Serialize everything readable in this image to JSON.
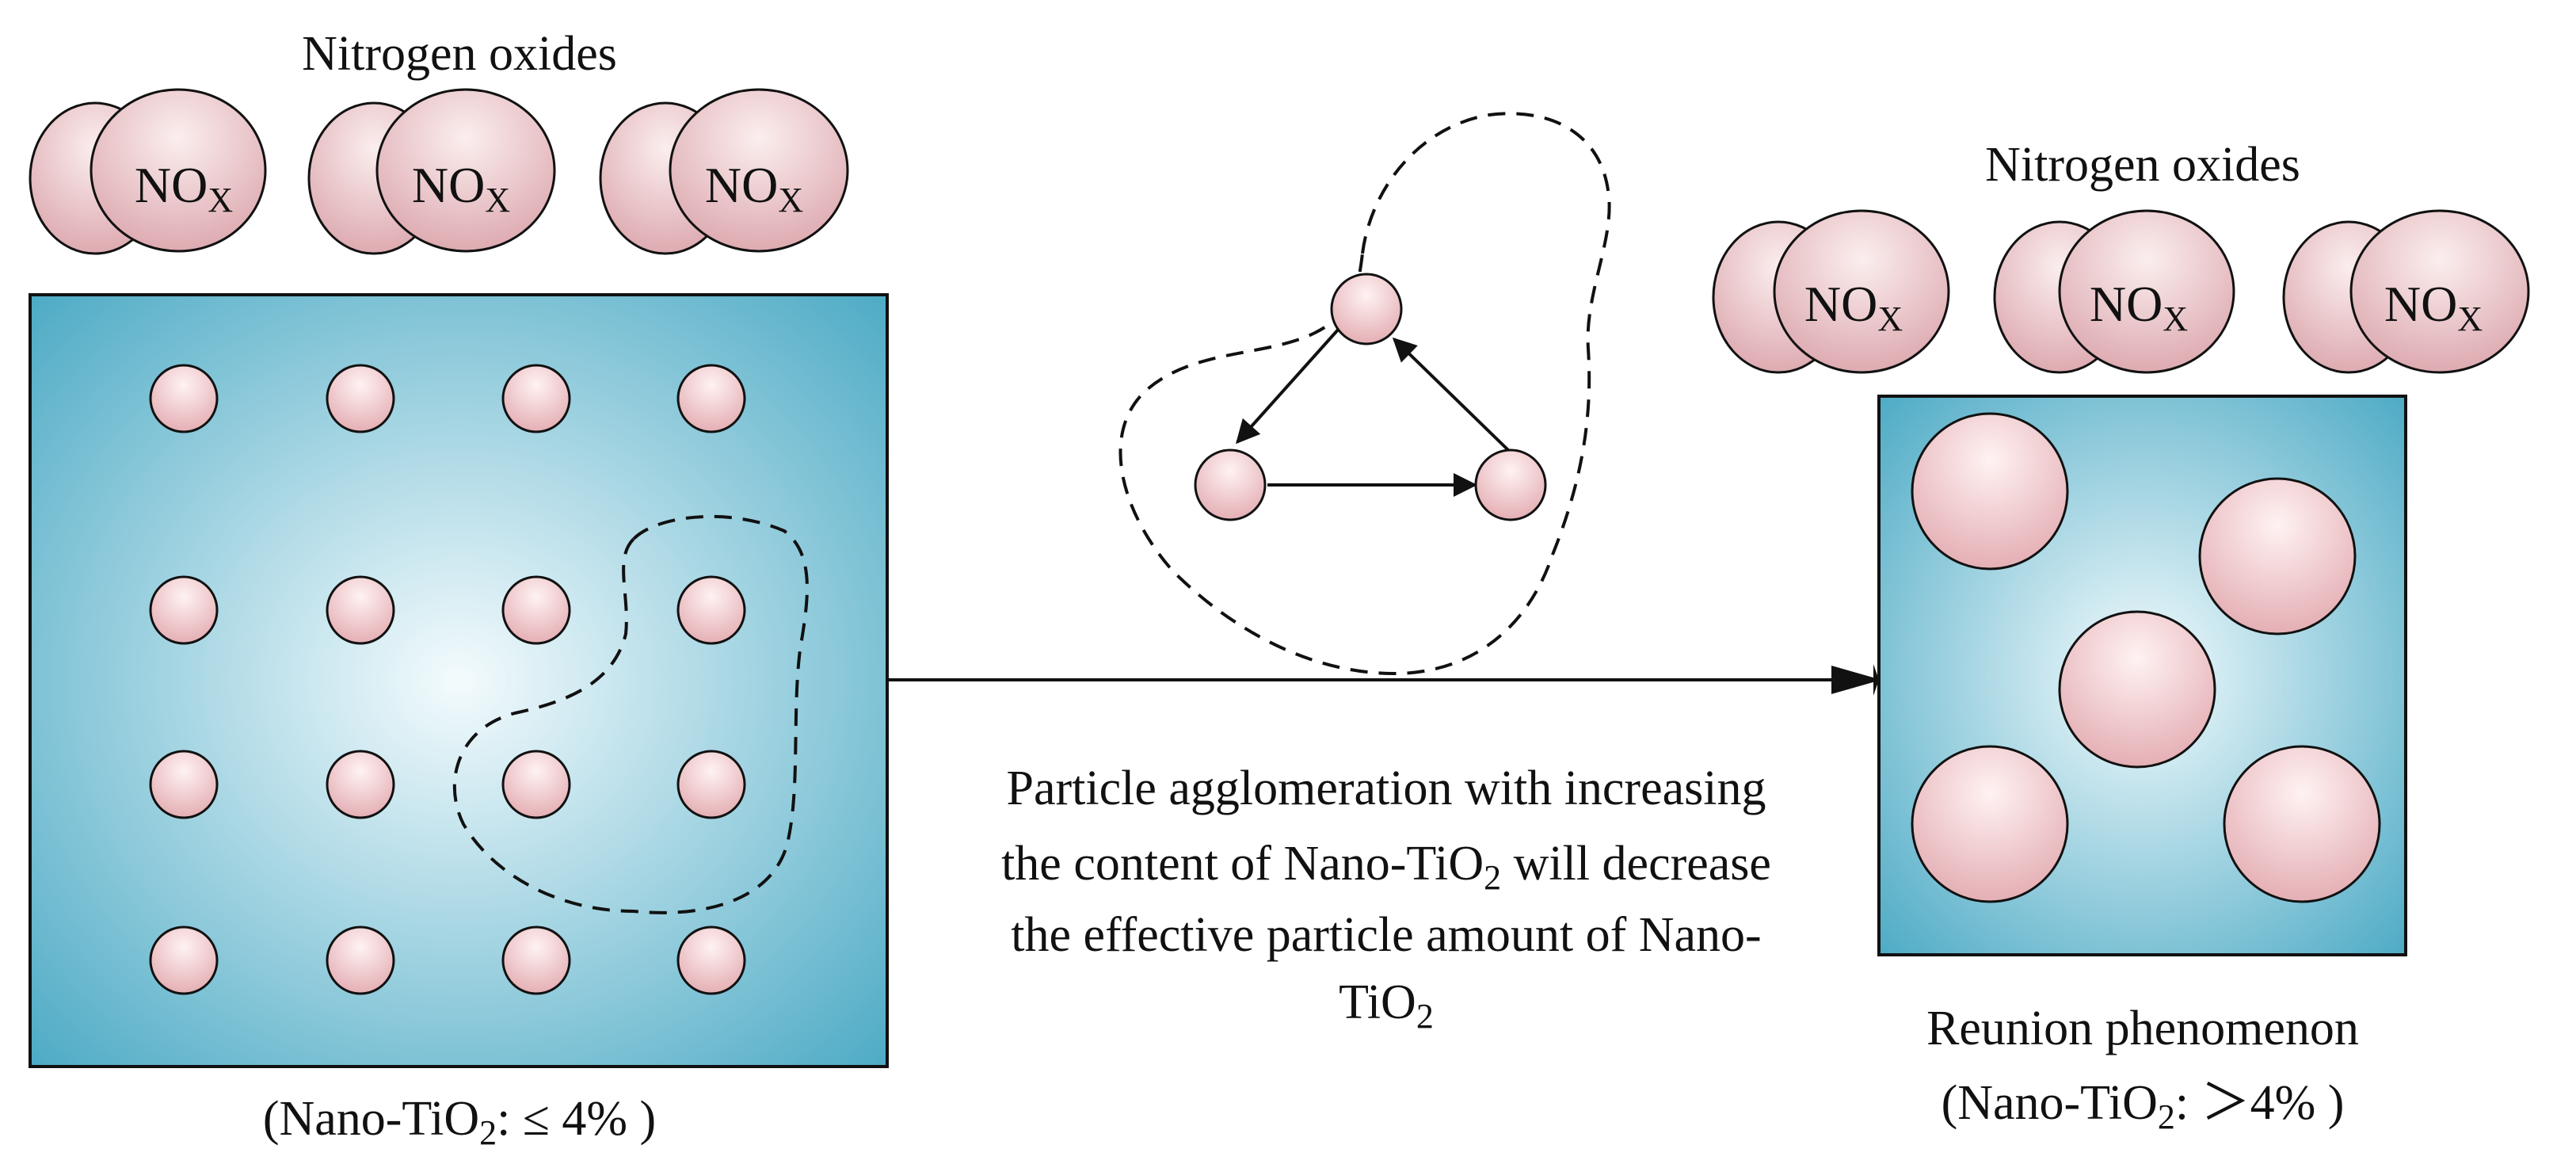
{
  "colors": {
    "box_center": "#f4fbfd",
    "box_edge": "#4aa9c4",
    "particle_center": "#fff2f2",
    "particle_edge": "#e2aab0",
    "cloud_center": "#fbeeee",
    "cloud_edge": "#d9a1a8",
    "stroke": "#111111"
  },
  "left_panel": {
    "header": "Nitrogen oxides",
    "molecule_label": "NO",
    "molecule_subscript": "X",
    "molecules_count": 3,
    "grid_rows": 4,
    "grid_cols": 4,
    "footer_pre": "(Nano-TiO",
    "footer_sub": "2",
    "footer_post": ": ≤ 4% )"
  },
  "right_panel": {
    "header": "Nitrogen oxides",
    "molecule_label": "NO",
    "molecule_subscript": "X",
    "molecules_count": 3,
    "particles_count": 5,
    "caption": "Reunion phenomenon",
    "footer_pre": "(Nano-TiO",
    "footer_sub": "2",
    "footer_post": ": ＞4% )"
  },
  "process": {
    "line1": "Particle agglomeration with increasing",
    "line2_pre": "the content of Nano-TiO",
    "line2_sub": "2",
    "line2_post": " will decrease",
    "line3": "the effective particle amount of Nano-",
    "line4_pre": "TiO",
    "line4_sub": "2"
  }
}
